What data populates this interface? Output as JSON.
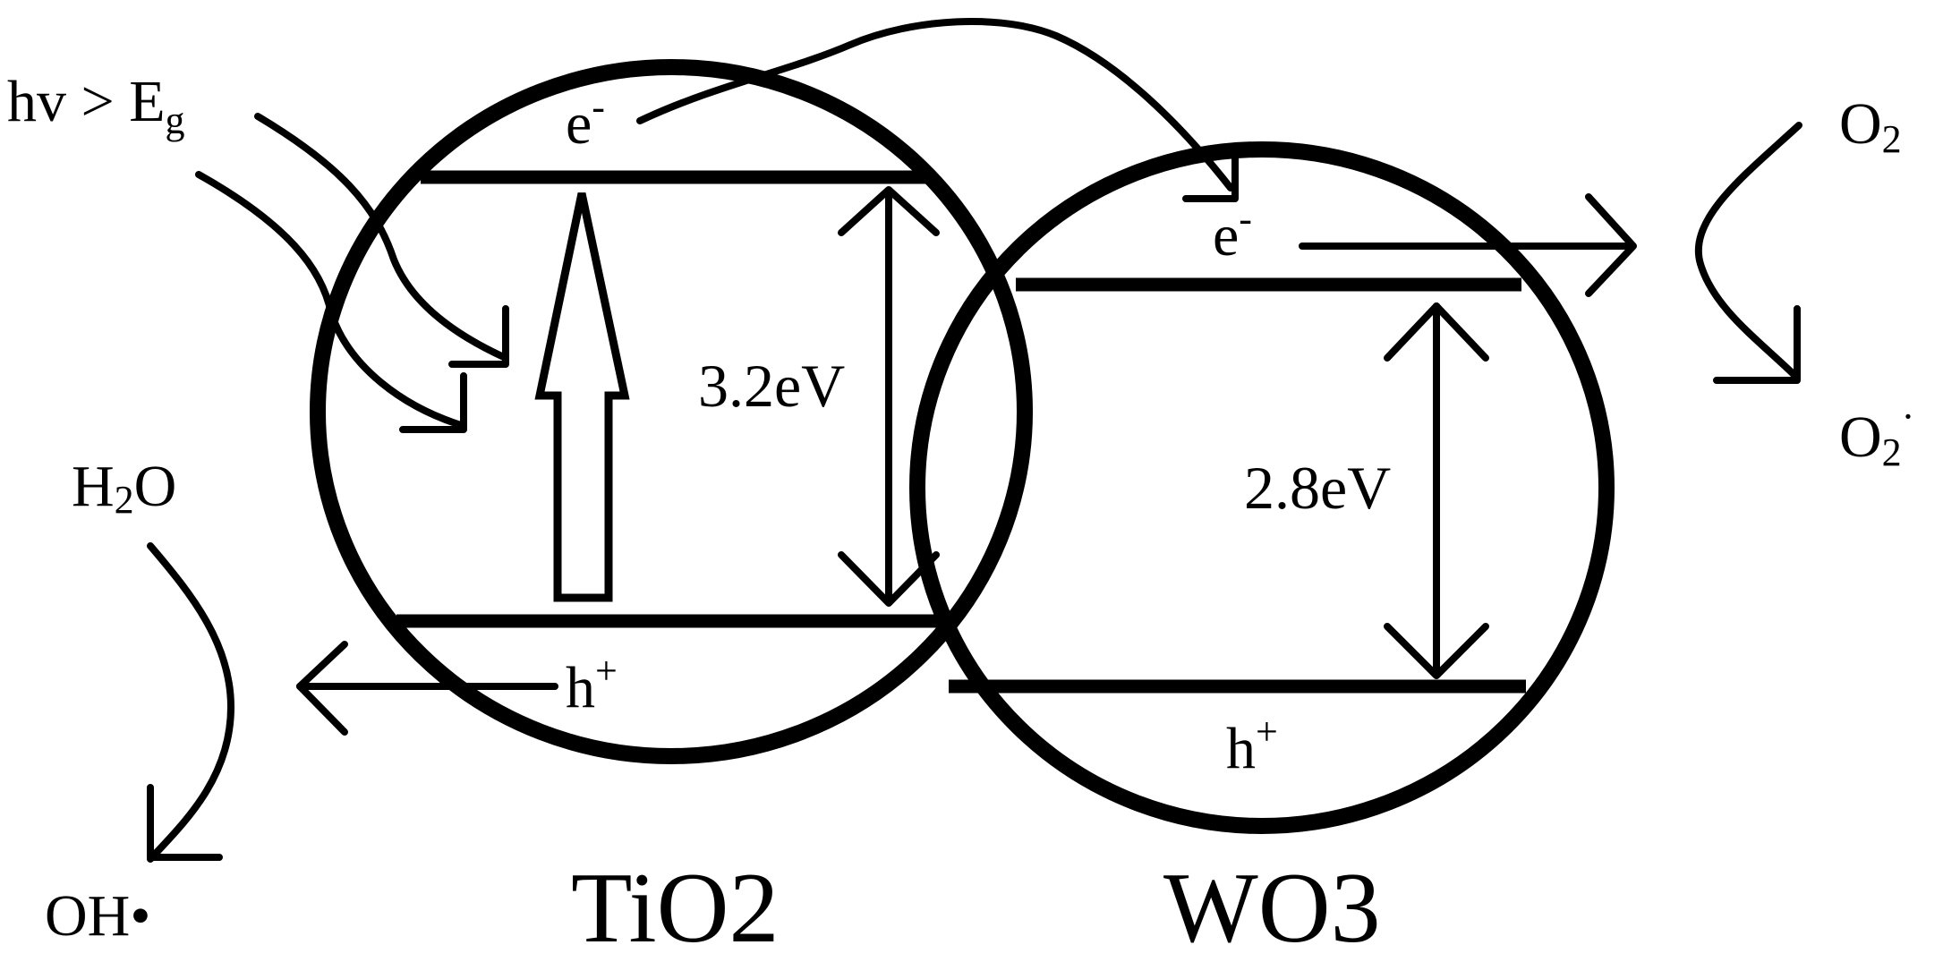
{
  "illumination": {
    "prefix": "hv > E",
    "subscript": "g"
  },
  "tio2": {
    "label_main": "TiO",
    "label_sub": "2",
    "electron": {
      "base": "e",
      "sup": "-"
    },
    "hole": {
      "base": "h",
      "sup": "+"
    },
    "band_gap": "3.2eV"
  },
  "wo3": {
    "label_main": "WO",
    "label_sub": "3",
    "electron": {
      "base": "e",
      "sup": "-"
    },
    "hole": {
      "base": "h",
      "sup": "+"
    },
    "band_gap": "2.8eV"
  },
  "oxygen": {
    "reactant_main": "O",
    "reactant_sub": "2",
    "product_main": "O",
    "product_sub": "2",
    "product_sup": "·"
  },
  "water": {
    "reactant_pre": "H",
    "reactant_sub": "2",
    "reactant_post": "O",
    "product": "OH•"
  },
  "colors": {
    "stroke": "#000000",
    "background": "#ffffff"
  }
}
